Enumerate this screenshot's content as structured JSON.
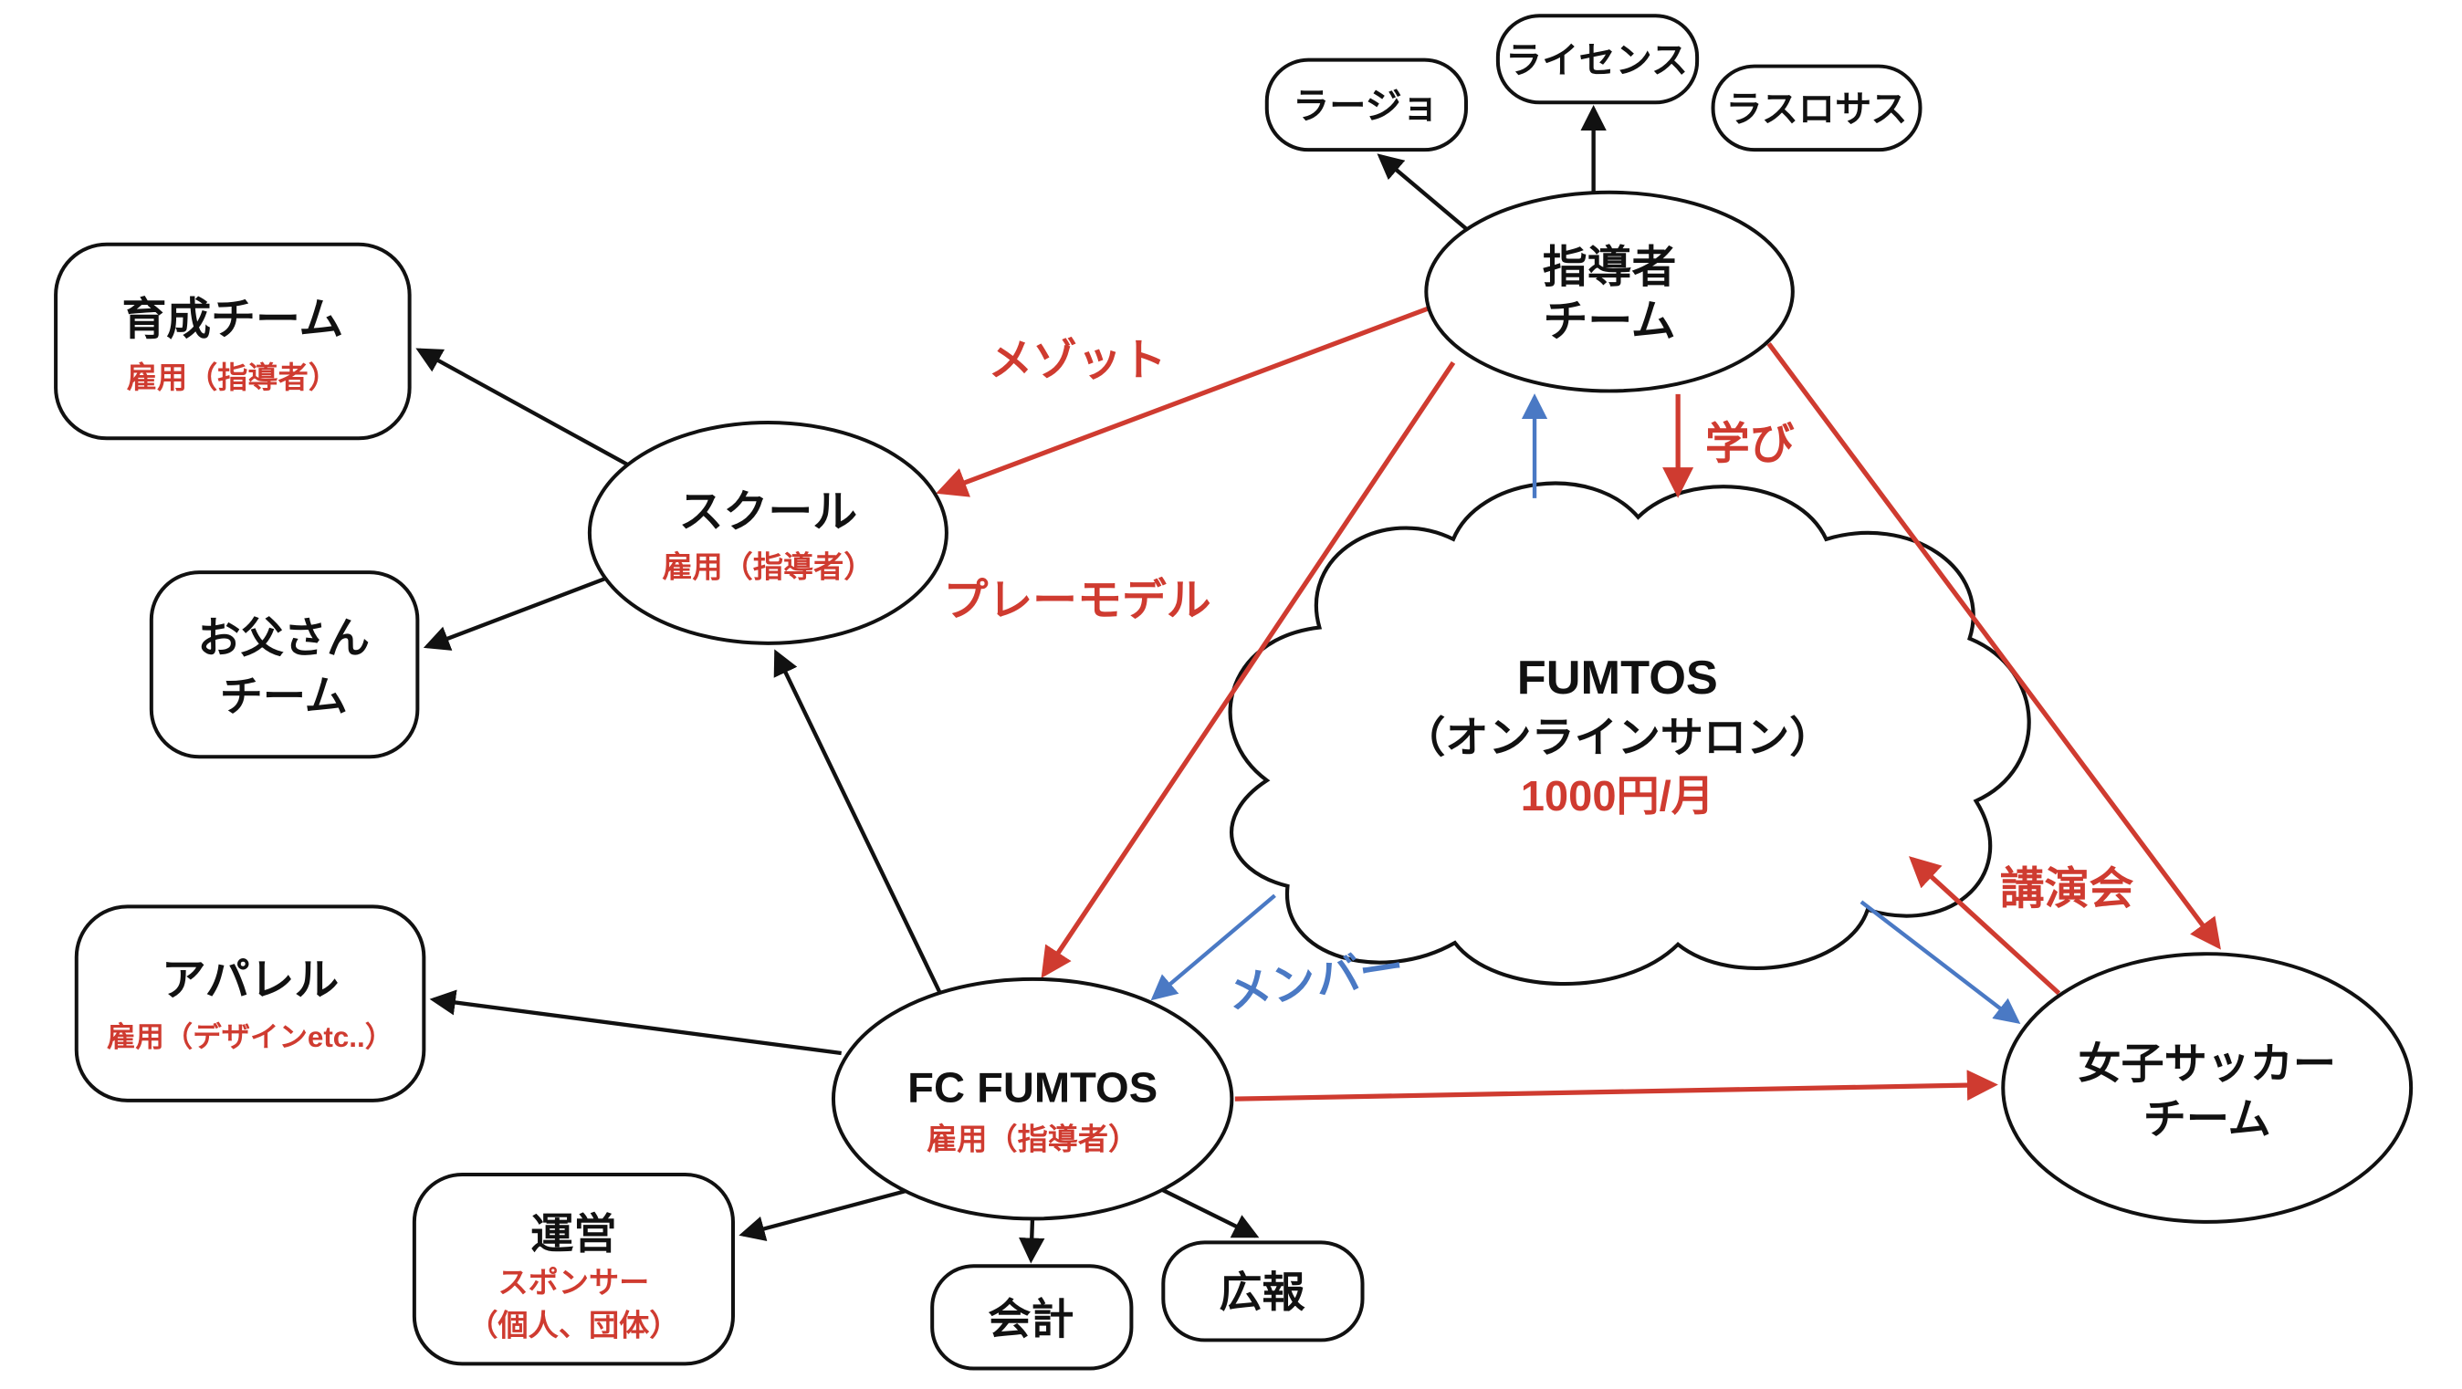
{
  "diagram": {
    "nodes": {
      "rayo": {
        "label": "ラージョ"
      },
      "license": {
        "label": "ライセンス"
      },
      "las_rozas": {
        "label": "ラスロサス"
      },
      "leader_team": {
        "label_line1": "指導者",
        "label_line2": "チーム"
      },
      "youth_team": {
        "label": "育成チーム",
        "sublabel": "雇用（指導者）"
      },
      "school": {
        "label": "スクール",
        "sublabel": "雇用（指導者）"
      },
      "dads_team": {
        "label_line1": "お父さん",
        "label_line2": "チーム"
      },
      "fumtos_salon": {
        "label_line1": "FUMTOS",
        "label_line2": "（オンラインサロン）",
        "price": "1000円/月"
      },
      "apparel": {
        "label": "アパレル",
        "sublabel": "雇用（デザインetc..）"
      },
      "fc_fumtos": {
        "label": "FC FUMTOS",
        "sublabel": "雇用（指導者）"
      },
      "operations": {
        "label": "運営",
        "sublabel_line1": "スポンサー",
        "sublabel_line2": "（個人、団体）"
      },
      "accounting": {
        "label": "会計"
      },
      "pr": {
        "label": "広報"
      },
      "womens_soccer_team": {
        "label_line1": "女子サッカー",
        "label_line2": "チーム"
      }
    },
    "edge_labels": {
      "method": "メゾット",
      "play_model": "プレーモデル",
      "learning": "学び",
      "member": "メンバー",
      "lecture": "講演会"
    }
  },
  "theme": {
    "ink": "#111111",
    "red": "#cf3b30",
    "blue": "#4a79c4",
    "bg": "#ffffff"
  }
}
